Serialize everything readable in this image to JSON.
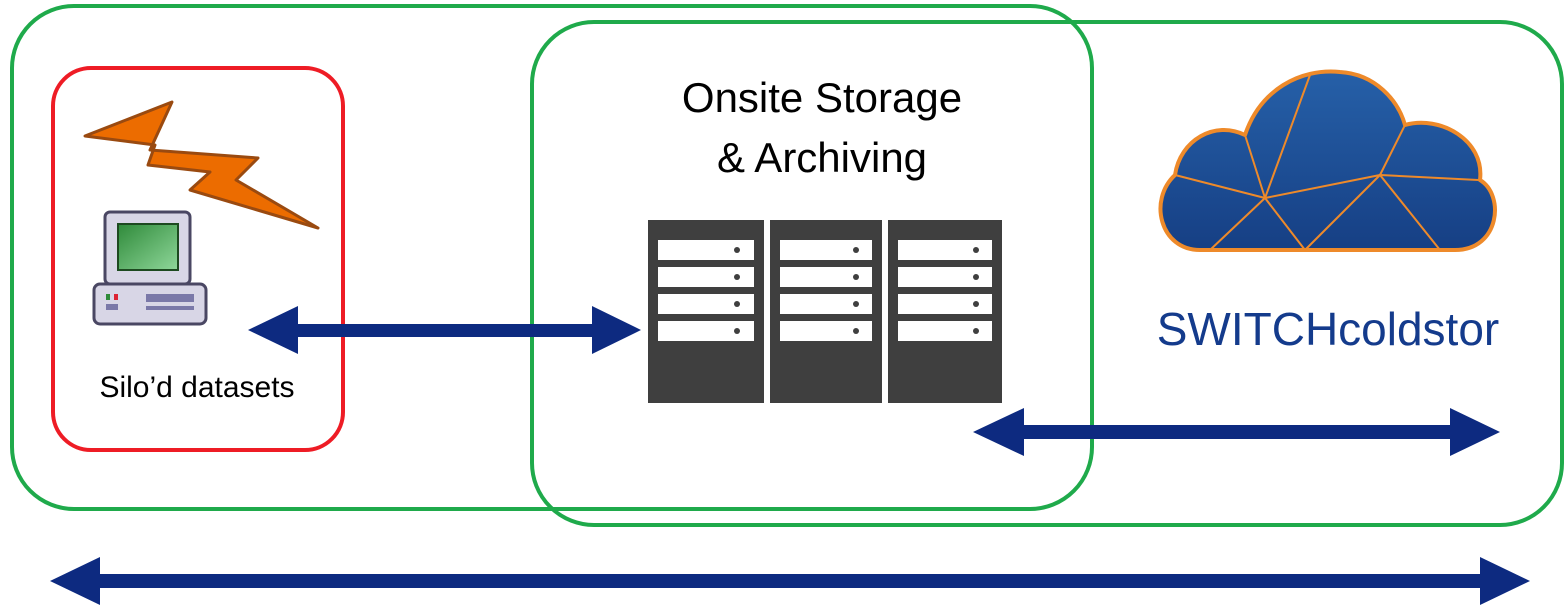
{
  "labels": {
    "silo": "Silo’d datasets",
    "onsite_line1": "Onsite Storage",
    "onsite_line2": "& Archiving",
    "cloud": "SWITCHcoldstor"
  },
  "colors": {
    "green_border": "#1faa4b",
    "red_border": "#ee1c25",
    "arrow": "#0d2a80",
    "server": "#3f3f3f",
    "cloud_fill": "#1b4d94",
    "cloud_edge": "#ee8a2a",
    "bolt": "#ec6c00",
    "cloud_text": "#143b8c"
  },
  "icons": {
    "bolt": "lightning-bolt-icon",
    "computer": "computer-icon",
    "servers": "server-rack-icon",
    "cloud": "cloud-icon"
  }
}
